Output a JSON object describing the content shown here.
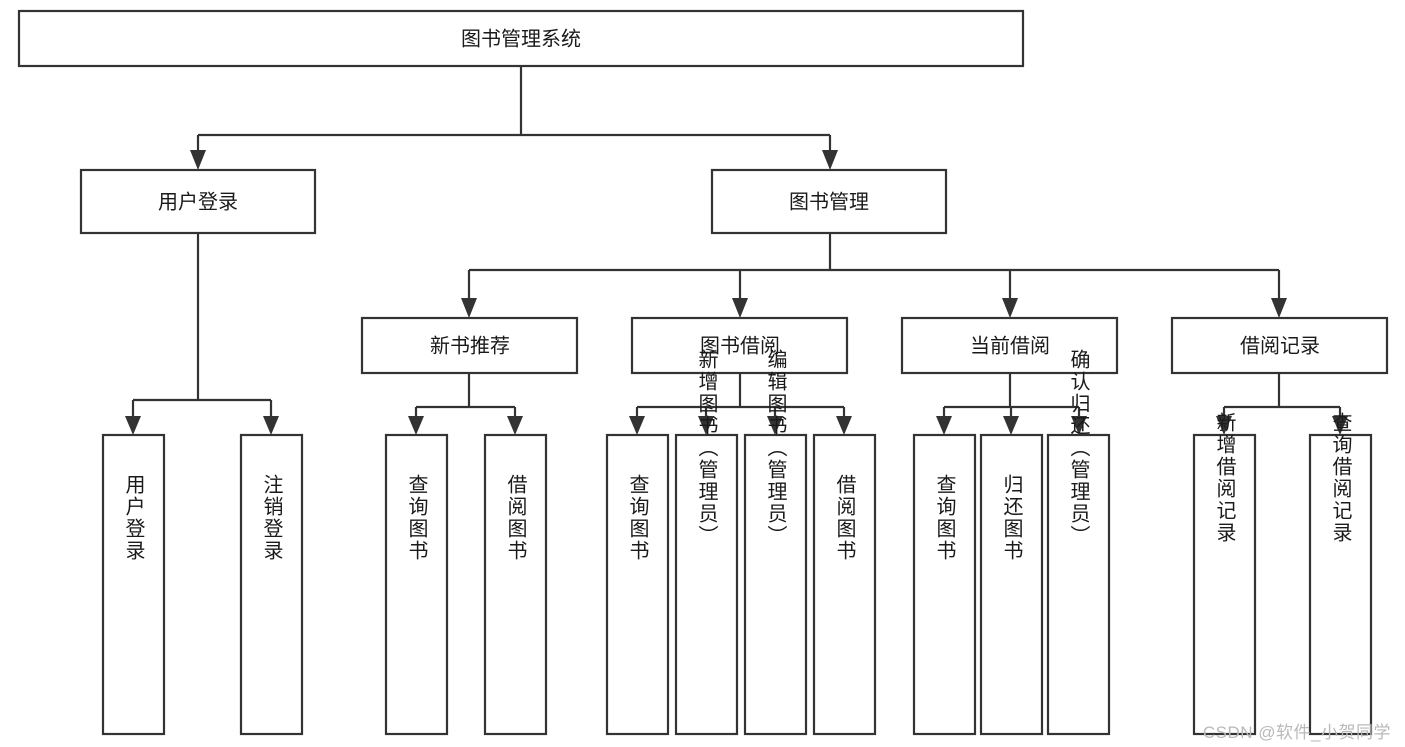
{
  "diagram": {
    "type": "tree-hierarchy-chart",
    "title": "图书管理系统",
    "watermark": "CSDN @软件_小贺同学",
    "colors": {
      "box_stroke": "#333333",
      "box_fill": "#ffffff",
      "text": "#1a1a1a",
      "background": "#ffffff",
      "watermark": "#b9b9b9"
    },
    "root": {
      "label": "图书管理系统",
      "orientation": "horizontal"
    },
    "level2": [
      {
        "id": "user-login",
        "label": "用户登录",
        "orientation": "horizontal"
      },
      {
        "id": "book-manage",
        "label": "图书管理",
        "orientation": "horizontal"
      }
    ],
    "level3": [
      {
        "id": "new-book-recommend",
        "label": "新书推荐",
        "orientation": "horizontal",
        "parent": "book-manage"
      },
      {
        "id": "book-borrow",
        "label": "图书借阅",
        "orientation": "horizontal",
        "parent": "book-manage"
      },
      {
        "id": "current-borrow",
        "label": "当前借阅",
        "orientation": "horizontal",
        "parent": "book-manage"
      },
      {
        "id": "borrow-record",
        "label": "借阅记录",
        "orientation": "horizontal",
        "parent": "book-manage"
      }
    ],
    "leaves": [
      {
        "id": "leaf-user-login",
        "label": "用户登录",
        "orientation": "vertical",
        "parent": "user-login"
      },
      {
        "id": "leaf-logout-login",
        "label": "注销登录",
        "orientation": "vertical",
        "parent": "user-login"
      },
      {
        "id": "leaf-query-book-1",
        "label": "查询图书",
        "orientation": "vertical",
        "parent": "new-book-recommend"
      },
      {
        "id": "leaf-borrow-book-1",
        "label": "借阅图书",
        "orientation": "vertical",
        "parent": "new-book-recommend"
      },
      {
        "id": "leaf-query-book-2",
        "label": "查询图书",
        "orientation": "vertical",
        "parent": "book-borrow"
      },
      {
        "id": "leaf-add-book",
        "label": "新增图书（管理员）",
        "orientation": "vertical",
        "parent": "book-borrow"
      },
      {
        "id": "leaf-edit-book",
        "label": "编辑图书（管理员）",
        "orientation": "vertical",
        "parent": "book-borrow"
      },
      {
        "id": "leaf-borrow-book-2",
        "label": "借阅图书",
        "orientation": "vertical",
        "parent": "book-borrow"
      },
      {
        "id": "leaf-query-book-3",
        "label": "查询图书",
        "orientation": "vertical",
        "parent": "current-borrow"
      },
      {
        "id": "leaf-return-book",
        "label": "归还图书",
        "orientation": "vertical",
        "parent": "current-borrow"
      },
      {
        "id": "leaf-confirm-return",
        "label": "确认归还（管理员）",
        "orientation": "vertical",
        "parent": "current-borrow"
      },
      {
        "id": "leaf-add-record",
        "label": "新增借阅记录",
        "orientation": "vertical",
        "parent": "borrow-record"
      },
      {
        "id": "leaf-query-record",
        "label": "查询借阅记录",
        "orientation": "vertical",
        "parent": "borrow-record"
      }
    ]
  }
}
